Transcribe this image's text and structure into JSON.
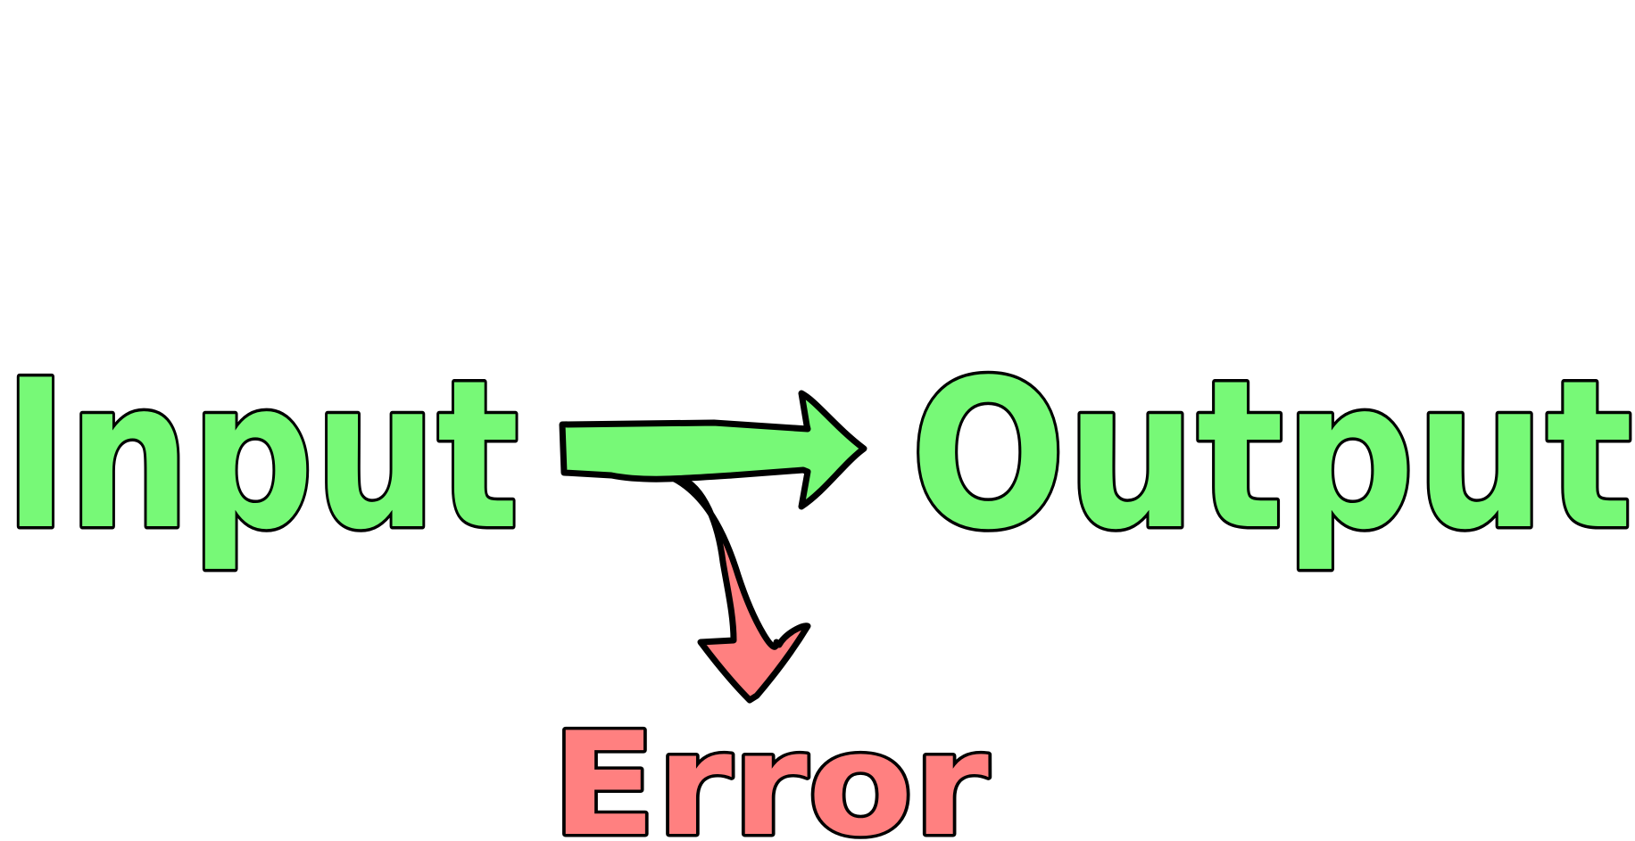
{
  "labels": {
    "input": "Input",
    "output": "Output",
    "error": "Error"
  },
  "colors": {
    "success_fill": "#77f977",
    "error_fill": "#ff8080",
    "outline": "#000000",
    "background": "#ffffff"
  },
  "arrows": [
    {
      "name": "input-to-output",
      "direction": "right",
      "color": "success_fill"
    },
    {
      "name": "input-to-error",
      "direction": "down",
      "color": "error_fill"
    }
  ]
}
